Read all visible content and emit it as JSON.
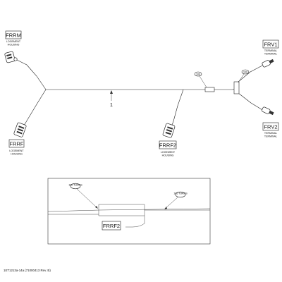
{
  "connectors": {
    "frrm": {
      "code": "FRRM",
      "sub1": "LOGEMENT",
      "sub2": "HOUSING"
    },
    "frrf": {
      "code": "FRRF",
      "sub1": "LOGEMENT",
      "sub2": "HOUSING"
    },
    "frrf2": {
      "code": "FRRF2",
      "sub1": "LOGEMENT",
      "sub2": "HOUSING"
    },
    "frv1": {
      "code": "FRV1",
      "sub1": "TERMINAL",
      "sub2": "TERMINAL"
    },
    "frv2": {
      "code": "FRV2",
      "sub1": "TERMINAL",
      "sub2": "TERMINAL"
    }
  },
  "callouts": {
    "item_number": "1",
    "tag_a": "100",
    "tag_b": "100",
    "detail_tag_a": "100 TURNS",
    "detail_tag_b": "105 TURNS"
  },
  "detail": {
    "code": "FRRF2"
  },
  "footer": {
    "ref": "1ET1213a-14a (71000413 Rev. B)"
  }
}
